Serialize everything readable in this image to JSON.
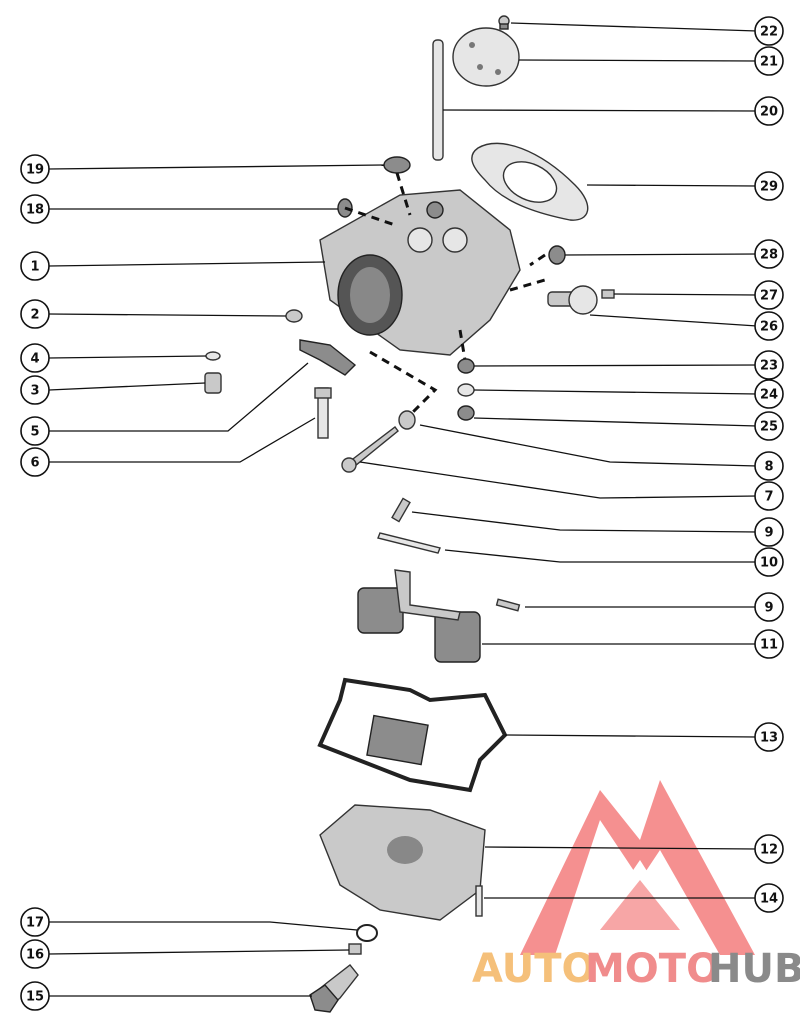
{
  "callouts": [
    {
      "label": "22"
    },
    {
      "label": "21"
    },
    {
      "label": "20"
    },
    {
      "label": "19"
    },
    {
      "label": "29"
    },
    {
      "label": "18"
    },
    {
      "label": "1"
    },
    {
      "label": "28"
    },
    {
      "label": "27"
    },
    {
      "label": "2"
    },
    {
      "label": "26"
    },
    {
      "label": "4"
    },
    {
      "label": "23"
    },
    {
      "label": "3"
    },
    {
      "label": "24"
    },
    {
      "label": "5"
    },
    {
      "label": "25"
    },
    {
      "label": "6"
    },
    {
      "label": "8"
    },
    {
      "label": "7"
    },
    {
      "label": "9"
    },
    {
      "label": "10"
    },
    {
      "label": "9"
    },
    {
      "label": "11"
    },
    {
      "label": "13"
    },
    {
      "label": "12"
    },
    {
      "label": "14"
    },
    {
      "label": "17"
    },
    {
      "label": "16"
    },
    {
      "label": "15"
    }
  ],
  "watermark": {
    "part1": "AUTO",
    "part2": "MOTO",
    "part3": "HUB",
    "color_auto": "#f5c07a",
    "color_moto": "#f08c8c",
    "color_hub": "#8a8a8a",
    "color_logo": "#f26b6b"
  }
}
